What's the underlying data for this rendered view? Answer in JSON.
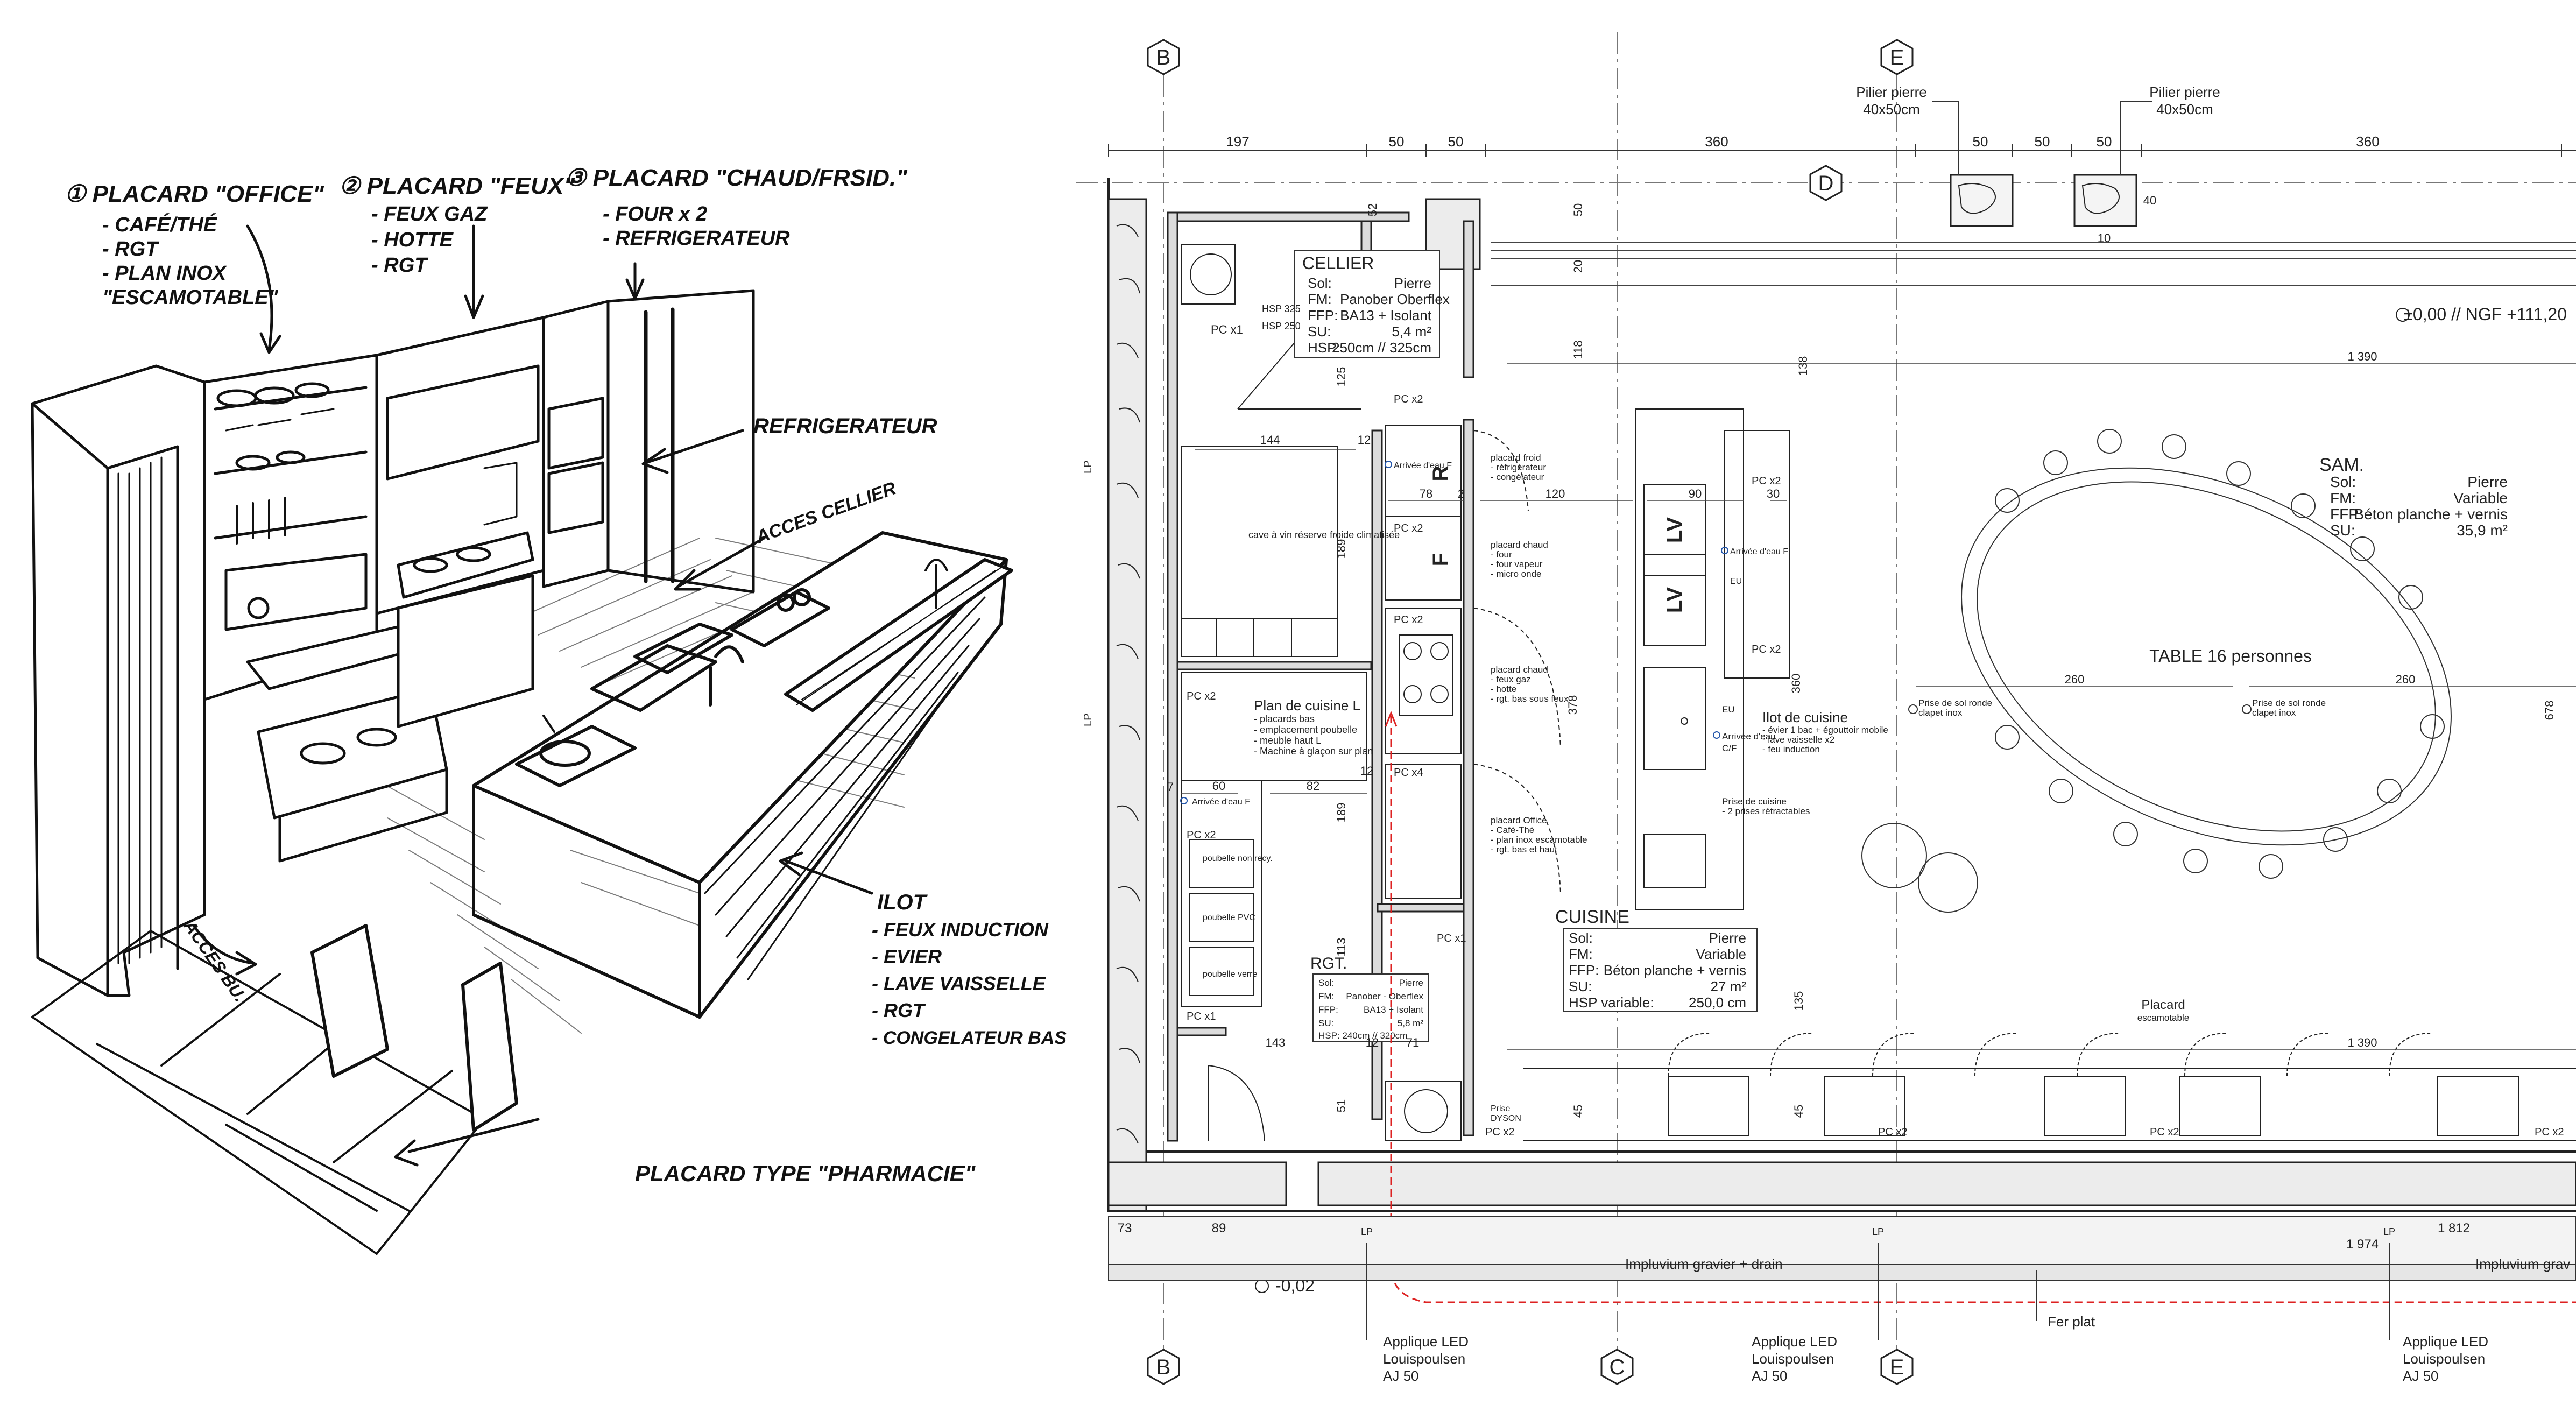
{
  "sketch": {
    "heading_1": "① PLACARD \"OFFICE\"",
    "heading_1_items": [
      "- CAFÉ/THÉ",
      "- RGT",
      "- PLAN INOX",
      "\"ESCAMOTABLE\""
    ],
    "heading_2": "② PLACARD \"FEUX\"",
    "heading_2_items": [
      "- FEUX GAZ",
      "- HOTTE",
      "- RGT"
    ],
    "heading_3": "③ PLACARD \"CHAUD/FRSID.\"",
    "heading_3_items": [
      "- FOUR x 2",
      "- REFRIGERATEUR"
    ],
    "refrigerateur": "REFRIGERATEUR",
    "acces_cellier": "ACCES CELLIER",
    "acces_bu": "ACCES BU.",
    "ilot_title": "ILOT",
    "ilot_items": [
      "- FEUX INDUCTION",
      "- EVIER",
      "- LAVE VAISSELLE",
      "- RGT",
      "- CONGELATEUR BAS"
    ],
    "placard_pharmacie": "PLACARD TYPE \"PHARMACIE\""
  },
  "plan": {
    "axes": {
      "B": "B",
      "C": "C",
      "D": "D",
      "E": "E"
    },
    "dims_top": [
      "197",
      "50",
      "50",
      "360",
      "50",
      "50",
      "50",
      "360"
    ],
    "dims_vertical": [
      "52",
      "50",
      "20",
      "118",
      "138",
      "125",
      "189",
      "378",
      "360",
      "189",
      "113",
      "135",
      "45",
      "45",
      "51",
      "678"
    ],
    "dims_inner": [
      "144",
      "12",
      "78",
      "2",
      "120",
      "90",
      "30",
      "60",
      "82",
      "12",
      "143",
      "12",
      "71",
      "7",
      "260",
      "260",
      "1 390",
      "1 390",
      "40",
      "10"
    ],
    "pilier_1": [
      "Pilier pierre",
      "40x50cm"
    ],
    "pilier_2": [
      "Pilier pierre",
      "40x50cm"
    ],
    "level_top": "±0,00 // NGF +111,20",
    "level_bottom": "-0,02",
    "cellier": {
      "name": "CELLIER",
      "rows": [
        [
          "Sol:",
          "Pierre"
        ],
        [
          "FM:",
          "Panober Oberflex"
        ],
        [
          "FFP:",
          "BA13 + Isolant"
        ],
        [
          "SU:",
          "5,4 m²"
        ],
        [
          "HSP:",
          "250cm // 325cm"
        ]
      ],
      "hsp_325": "HSP 325",
      "hsp_250": "HSP 250",
      "pc_x1": "PC x1"
    },
    "sam": {
      "name": "SAM.",
      "rows": [
        [
          "Sol:",
          "Pierre"
        ],
        [
          "FM:",
          "Variable"
        ],
        [
          "FFP:",
          "Béton planche + vernis"
        ],
        [
          "SU:",
          "35,9 m²"
        ]
      ],
      "table": "TABLE 16 personnes"
    },
    "cuisine": {
      "name": "CUISINE",
      "rows": [
        [
          "Sol:",
          "Pierre"
        ],
        [
          "FM:",
          "Variable"
        ],
        [
          "FFP:",
          "Béton planche + vernis"
        ],
        [
          "SU:",
          "27 m²"
        ],
        [
          "HSP variable:",
          "250,0 cm"
        ]
      ]
    },
    "rgt": {
      "name": "RGT.",
      "rows": [
        [
          "Sol:",
          "Pierre"
        ],
        [
          "FM:",
          "Panober - Oberflex"
        ],
        [
          "FFP:",
          "BA13 + Isolant"
        ],
        [
          "SU:",
          "5,8 m²"
        ],
        [
          "HSP: 240cm // 320cm",
          ""
        ]
      ]
    },
    "cave": "cave à vin réserve froide climatisée",
    "plan_cuisine_l": {
      "title": "Plan de cuisine L",
      "items": [
        "- placards bas",
        "- emplacement poubelle",
        "- meuble haut L",
        "- Machine à glaçon sur plan"
      ]
    },
    "placard_froid": [
      "placard froid",
      "- réfrigérateur",
      "- congélateur"
    ],
    "placard_chaud": [
      "placard chaud",
      "- four",
      "- four vapeur",
      "- micro onde"
    ],
    "placard_feux": [
      "placard chaud",
      "- feux gaz",
      "- hotte",
      "- rgt. bas sous feux"
    ],
    "placard_office": [
      "placard Office",
      "- Café-Thé",
      "- plan inox escamotable",
      "- rgt. bas et haut"
    ],
    "ilot": {
      "title": "Ilot de cuisine",
      "items": [
        "- évier 1 bac + égouttoir mobile",
        "- lave vaisselle x2",
        "- feu induction"
      ],
      "prise": [
        "Prise de cuisine",
        "- 2 prises rétractables"
      ],
      "eu": "EU",
      "arrivee": "Arrivée d'eau",
      "cf": "C/F"
    },
    "letters": {
      "R": "R",
      "F": "F",
      "LV1": "LV",
      "LV2": "LV"
    },
    "pc_labels": {
      "x2": "PC x2",
      "x4": "PC x4",
      "x1": "PC x1"
    },
    "arrivee_eau_f": "Arrivée d'eau F",
    "eu": "EU",
    "poubelles": [
      "poubelle non recy.",
      "poubelle PVC",
      "poubelle verre"
    ],
    "prise_sol_1": [
      "Prise de sol ronde",
      "clapet inox"
    ],
    "prise_sol_2": [
      "Prise de sol ronde",
      "clapet inox"
    ],
    "placard_bottom": [
      "Placard",
      "escamotable"
    ],
    "prise_dyson": [
      "Prise",
      "DYSON"
    ],
    "bottom": {
      "dims": [
        "73",
        "89",
        "1 812",
        "1 974"
      ],
      "lp": "LP",
      "impluvium_1": "Impluvium gravier + drain",
      "impluvium_2": "Impluvium grav",
      "fer_plat": "Fer plat",
      "applique": [
        "Applique LED",
        "Louispoulsen",
        "AJ 50"
      ]
    }
  }
}
